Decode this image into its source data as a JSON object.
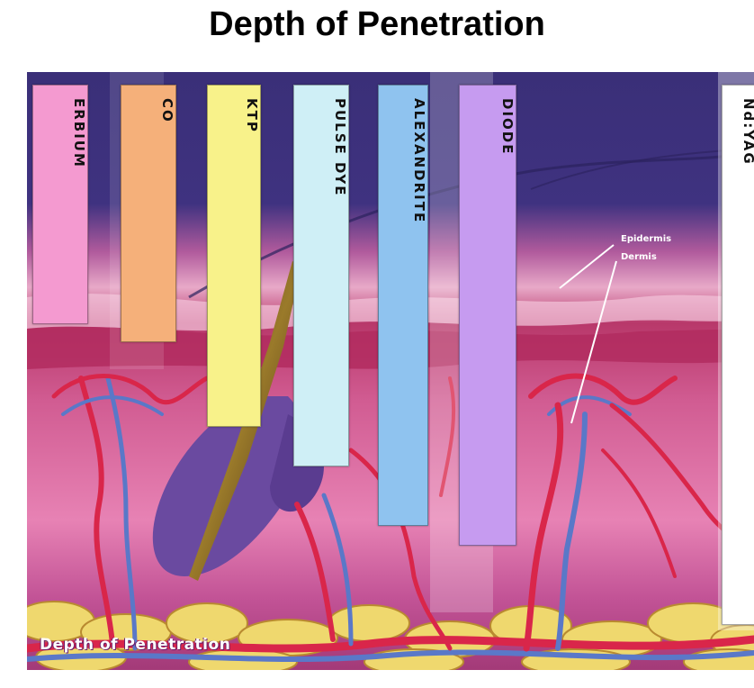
{
  "title": "Depth of Penetration",
  "bottom_label": "Depth of Penetration",
  "annotations": {
    "epidermis": "Epidermis",
    "dermis": "Dermis"
  },
  "lasers": [
    {
      "name": "ERBIUM",
      "color": "#f49ad0"
    },
    {
      "name": "CO",
      "color": "#f5b07a"
    },
    {
      "name": "KTP",
      "color": "#f8f28a"
    },
    {
      "name": "PULSE DYE",
      "color": "#cfeff6"
    },
    {
      "name": "ALEXANDRITE",
      "color": "#8fc3ef"
    },
    {
      "name": "DIODE",
      "color": "#c69bf0"
    },
    {
      "name": "Nd:YAG",
      "color": "#ffffff"
    }
  ],
  "colors": {
    "epidermis_band": "#3a2f78",
    "dermis": "#e06aa0",
    "fat": "#efd86e",
    "artery": "#d9264a",
    "vein": "#5a78c8"
  }
}
